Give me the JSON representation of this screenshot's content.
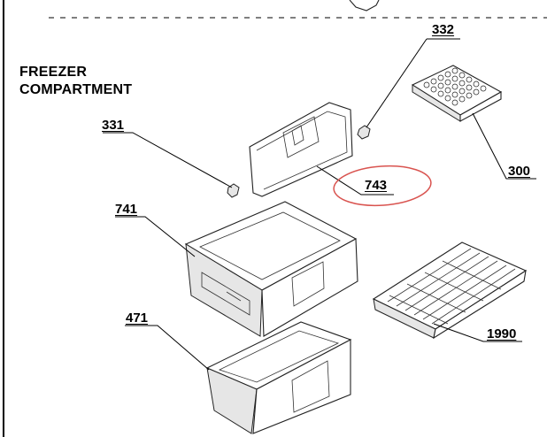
{
  "heading": {
    "line1": "FREEZER",
    "line2": "COMPARTMENT"
  },
  "parts": [
    {
      "number": "332",
      "description": ""
    },
    {
      "number": "331",
      "description": ""
    },
    {
      "number": "743",
      "description": "",
      "highlighted": true
    },
    {
      "number": "300",
      "description": ""
    },
    {
      "number": "741",
      "description": ""
    },
    {
      "number": "1990",
      "description": ""
    },
    {
      "number": "471",
      "description": ""
    }
  ],
  "highlight_color": "#d9534f"
}
